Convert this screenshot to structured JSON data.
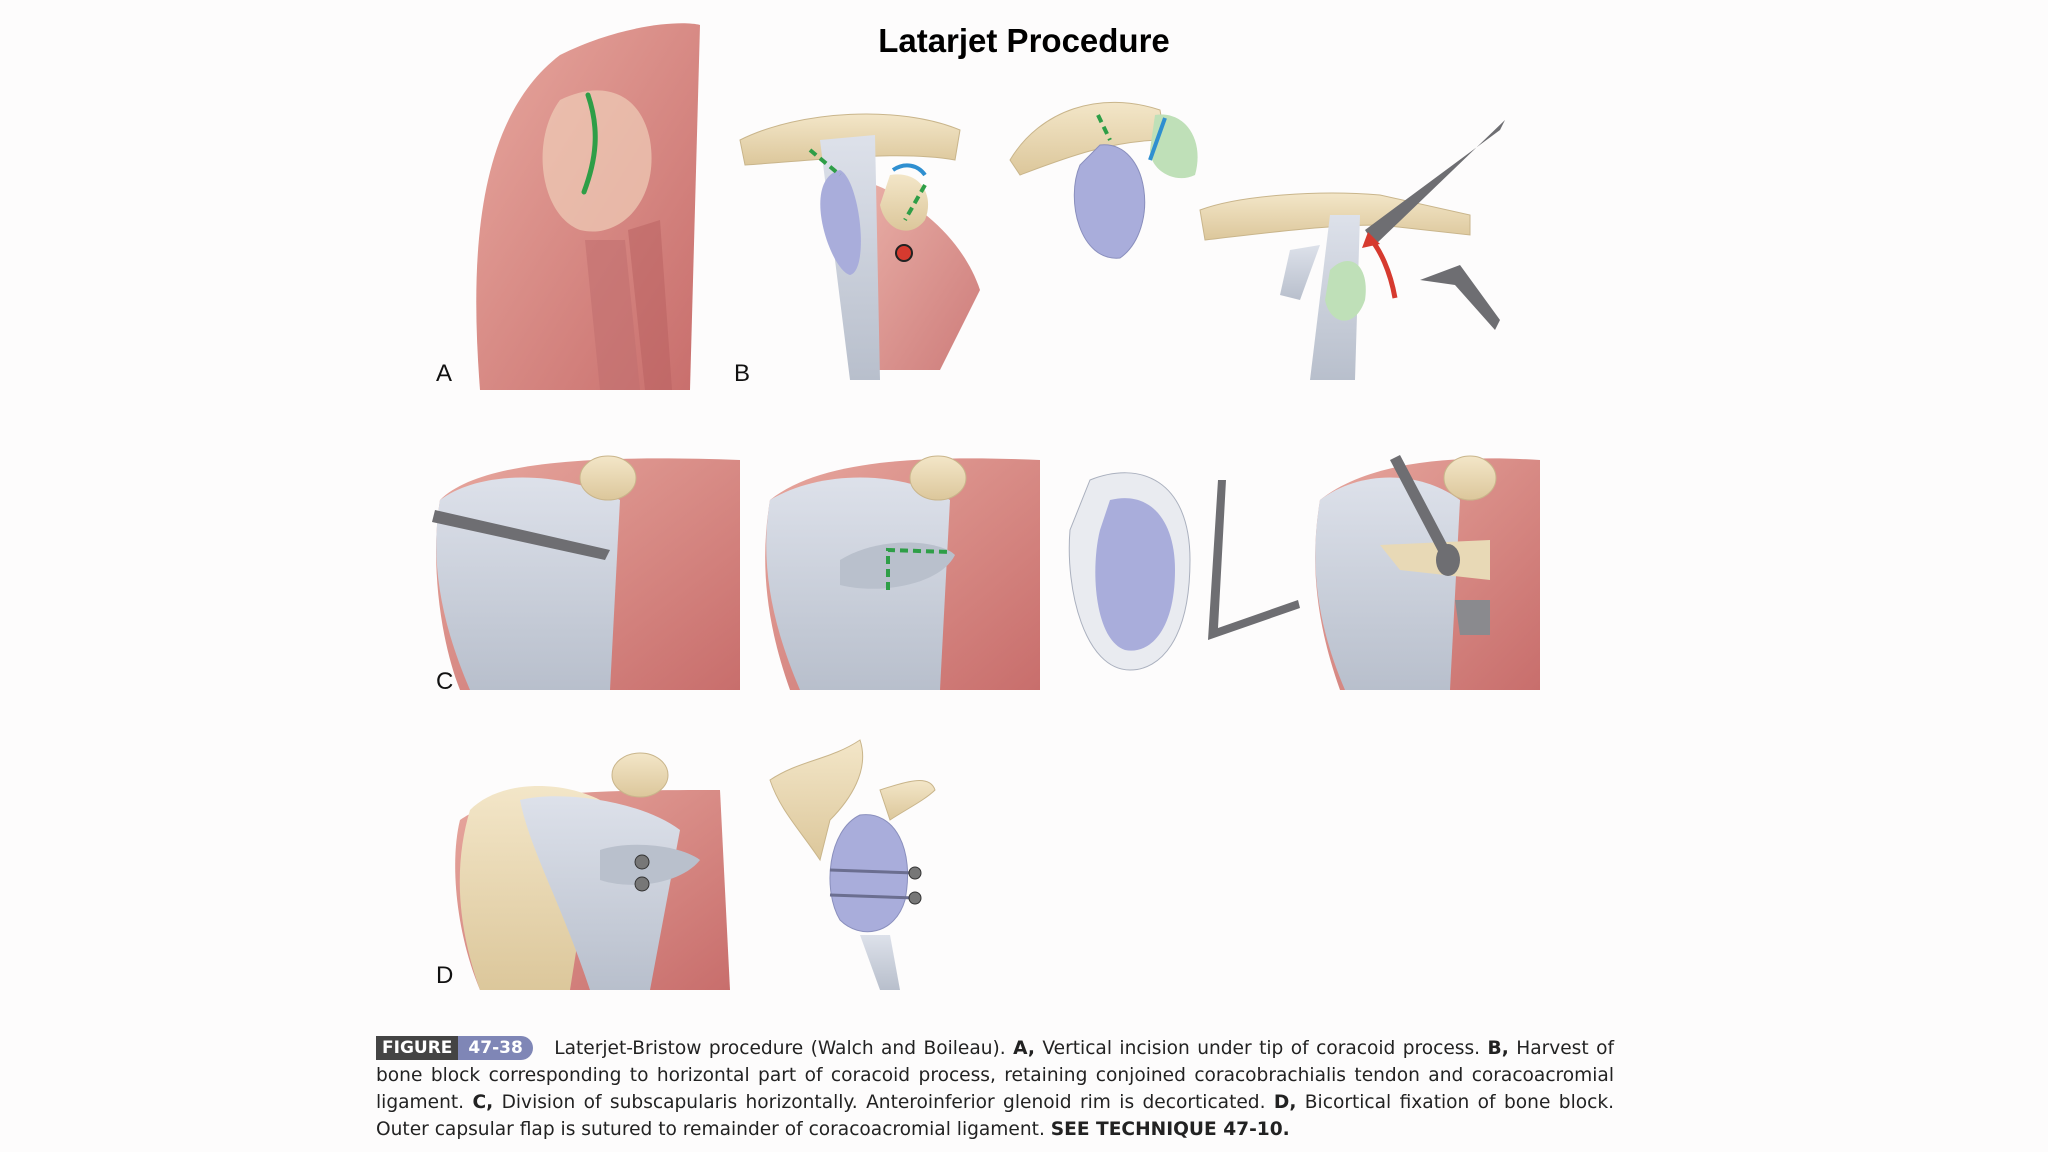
{
  "title": "Latarjet Procedure",
  "panels": {
    "a": "A",
    "b": "B",
    "c": "C",
    "d": "D"
  },
  "caption": {
    "figure_tag": "FIGURE",
    "figure_number": "47-38",
    "intro": "Laterjet-Bristow procedure (Walch and Boileau).",
    "a_label": "A,",
    "a_text": "Vertical incision under tip of coracoid process.",
    "b_label": "B,",
    "b_text": "Harvest of bone block corresponding to horizontal part of coracoid process, retaining conjoined coracobrachialis tendon and coracoacromial ligament.",
    "c_label": "C,",
    "c_text": "Division of subscapularis horizontally. Anteroinferior glenoid rim is decorticated.",
    "d_label": "D,",
    "d_text": "Bicortical fixation of bone block. Outer capsular flap is sutured to remainder of coracoacromial ligament.",
    "technique": "SEE TECHNIQUE 47-10."
  },
  "colors": {
    "muscle": "#d98a86",
    "muscle_dark": "#b65a5a",
    "bone": "#ead9b4",
    "tendon": "#c9ced8",
    "glenoid": "#a9addb",
    "graft_green": "#bfe0b8",
    "incision_green": "#2e9e47",
    "cut_blue": "#2f8fd0",
    "arrow_red": "#d63a2f",
    "instrument": "#6e6e72"
  }
}
